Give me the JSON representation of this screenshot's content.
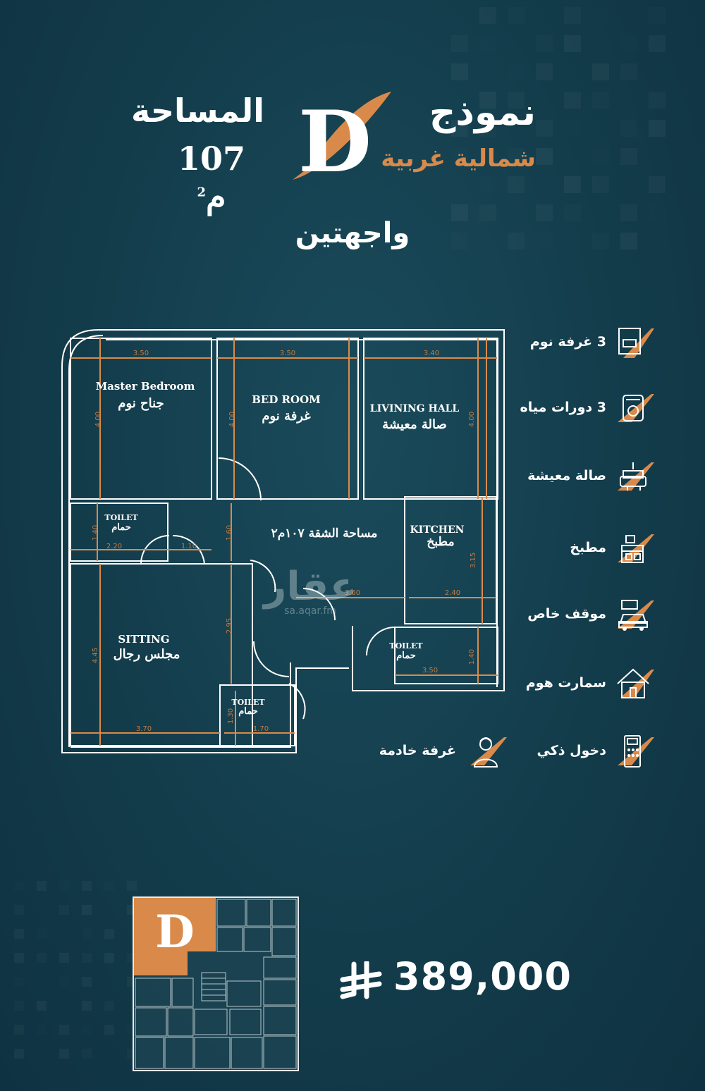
{
  "header": {
    "model_word": "نموذج",
    "model_letter": "D",
    "direction": "شمالية غربية",
    "area_label": "المساحة",
    "area_value": "107",
    "area_unit": "م",
    "area_unit_sup": "2",
    "facades": "واجهتين"
  },
  "plan": {
    "rooms": {
      "master_en": "Master Bedroom",
      "master_ar": "جناح نوم",
      "bed_en": "BED ROOM",
      "bed_ar": "غرفة نوم",
      "living_en": "LIVINING HALL",
      "living_ar": "صالة معيشة",
      "kitchen_en": "KITCHEN",
      "kitchen_ar": "مطبخ",
      "sitting_en": "SITTING",
      "sitting_ar": "مجلس رجال",
      "toilet_en": "TOILET",
      "toilet_ar": "حمام",
      "apt_area": "مساحة الشقة ١٠٧م٢"
    },
    "dims": {
      "d350": "3.50",
      "d340": "3.40",
      "d400": "4.00",
      "d140": "1.40",
      "d220": "2.20",
      "d110": "1.10",
      "d160": "1.60",
      "d315": "3.15",
      "d360": "3.60",
      "d240": "2.40",
      "d295": "2.95",
      "d445": "4.45",
      "d370": "3.70",
      "d170": "1.70",
      "d130": "1.30"
    }
  },
  "watermark": {
    "big": "عقار",
    "small": "sa.aqar.fm"
  },
  "features": [
    {
      "label": "3 غرفة نوم",
      "icon": "bedroom-icon"
    },
    {
      "label": "3 دورات مياه",
      "icon": "bathroom-icon"
    },
    {
      "label": "صالة معيشة",
      "icon": "sofa-icon"
    },
    {
      "label": "مطبخ",
      "icon": "kitchen-icon"
    },
    {
      "label": "موقف خاص",
      "icon": "car-icon"
    },
    {
      "label": "سمارت هوم",
      "icon": "smart-home-icon"
    },
    {
      "label": "دخول ذكي",
      "icon": "keypad-icon"
    }
  ],
  "maid_room": {
    "label": "غرفة خادمة",
    "icon": "maid-icon"
  },
  "mini_map": {
    "letter": "D"
  },
  "price": {
    "value": "389,000",
    "currency_icon": "riyal-icon"
  },
  "colors": {
    "background": "#133c4b",
    "accent": "#d98a4a",
    "line": "#ffffff"
  }
}
